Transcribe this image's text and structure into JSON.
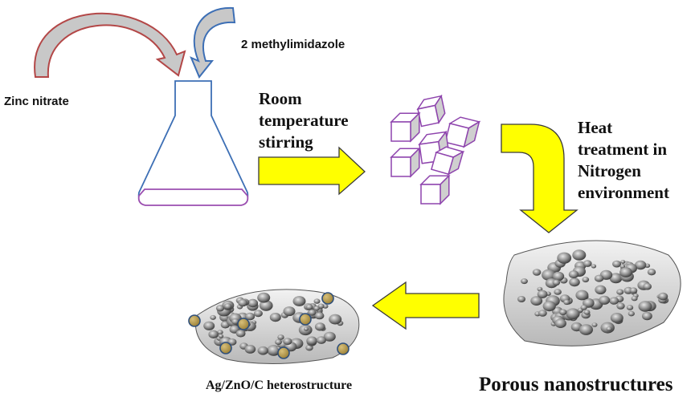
{
  "labels": {
    "reagent_1": "Zinc nitrate",
    "reagent_2": "2 methylimidazole",
    "step_1": [
      "Room",
      "temperature",
      "stirring"
    ],
    "step_2": [
      "Heat",
      "treatment in",
      "Nitrogen",
      "environment"
    ],
    "product_1": "Porous nanostructures",
    "product_2": "Ag/ZnO/C heterostructure"
  },
  "colors": {
    "flask_outline": "#3d6fb5",
    "solution_outline": "#9b4fb0",
    "cube_outline": "#8e44ad",
    "curved_arrow_red": "#b34747",
    "curved_arrow_blue": "#3d6fb5",
    "curved_arrow_fill": "#c8c8c8",
    "process_arrow_fill": "#ffff00",
    "process_arrow_outline": "#3a3a3a",
    "ag_particle": "#b59a4a"
  }
}
